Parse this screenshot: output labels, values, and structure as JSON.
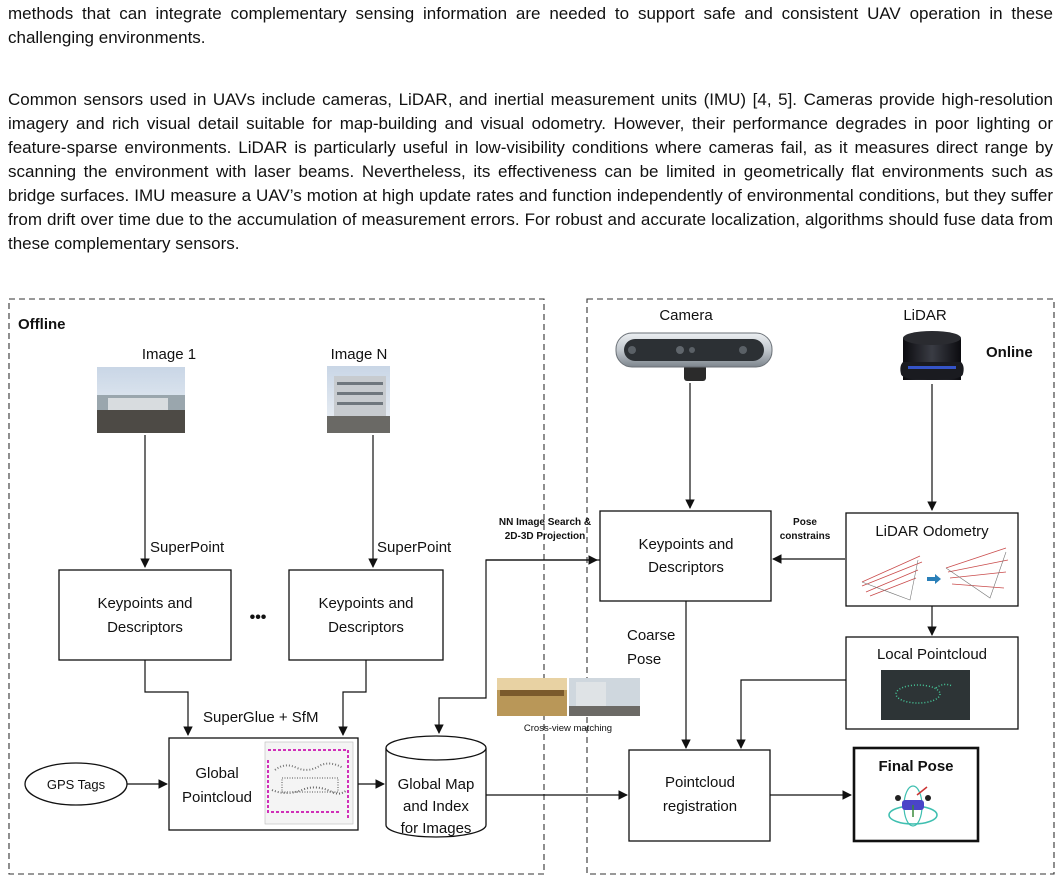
{
  "paragraphs": [
    "methods that can integrate complementary sensing information are needed to support safe and consistent UAV operation in these challenging environments.",
    "Common sensors used in UAVs include cameras, LiDAR, and inertial measurement units (IMU) [4, 5]. Cameras provide high-resolution imagery and rich visual detail suitable for map-building and visual odometry. However, their performance degrades in poor lighting or feature-sparse environments. LiDAR is particularly useful in low-visibility conditions where cameras fail, as it measures direct range by scanning the environment with laser beams. Nevertheless, its effectiveness can be limited in geometrically flat environments such as bridge surfaces. IMU measure a UAV’s motion at high update rates and function independently of environmental conditions, but they suffer from drift over time due to the accumulation of measurement errors. For robust and accurate localization, algorithms should fuse data from these complementary sensors."
  ],
  "figure": {
    "offline": {
      "title": "Offline",
      "image_1": "Image 1",
      "image_n": "Image N",
      "superpoint_1": "SuperPoint",
      "superpoint_2": "SuperPoint",
      "kp1": [
        "Keypoints and",
        "Descriptors"
      ],
      "kp2": [
        "Keypoints and",
        "Descriptors"
      ],
      "ellipsis": "•••",
      "superglue": "SuperGlue + SfM",
      "gps": "GPS Tags",
      "global_pc": [
        "Global",
        "Pointcloud"
      ],
      "global_map": [
        "Global Map",
        "and Index",
        "for Images"
      ]
    },
    "online": {
      "title": "Online",
      "camera": "Camera",
      "lidar": "LiDAR",
      "kp": [
        "Keypoints and",
        "Descriptors"
      ],
      "lidar_odom": "LiDAR Odometry",
      "pose_constrains": [
        "Pose",
        "constrains"
      ],
      "coarse_pose": [
        "Coarse",
        "Pose"
      ],
      "local_pc": "Local Pointcloud",
      "registration": [
        "Pointcloud",
        "registration"
      ],
      "final_pose": "Final Pose"
    },
    "nn_search": [
      "NN Image Search &",
      "2D-3D Projection"
    ],
    "cross_view": "Cross-view matching"
  }
}
